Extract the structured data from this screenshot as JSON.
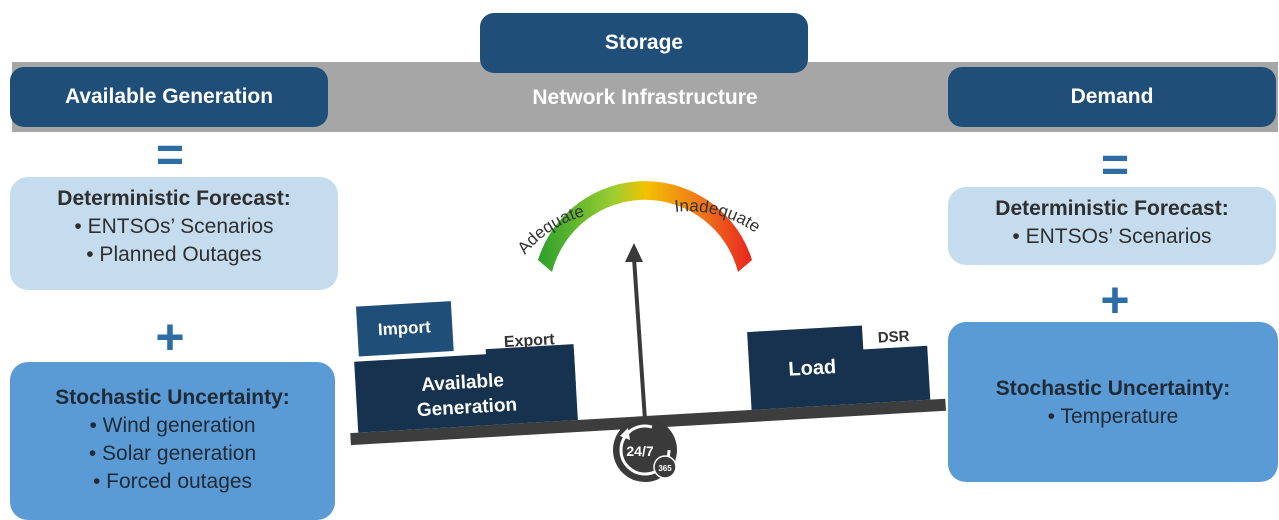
{
  "header": {
    "storage": "Storage",
    "network": "Network Infrastructure",
    "available_generation": "Available Generation",
    "demand": "Demand"
  },
  "symbols": {
    "equals": "=",
    "plus": "+"
  },
  "left": {
    "deterministic": {
      "title": "Deterministic Forecast:",
      "items": [
        "• ENTSOs’ Scenarios",
        "• Planned Outages"
      ]
    },
    "stochastic": {
      "title": "Stochastic Uncertainty:",
      "items": [
        "• Wind generation",
        "• Solar generation",
        "• Forced outages"
      ]
    }
  },
  "right": {
    "deterministic": {
      "title": "Deterministic Forecast:",
      "items": [
        "• ENTSOs’ Scenarios"
      ]
    },
    "stochastic": {
      "title": "Stochastic Uncertainty:",
      "items": [
        "• Temperature"
      ]
    }
  },
  "balance": {
    "import": "Import",
    "export": "Export",
    "available_generation_line1": "Available",
    "available_generation_line2": "Generation",
    "load": "Load",
    "dsr": "DSR",
    "gauge_adequate": "Adequate",
    "gauge_inadequate": "Inadequate",
    "clock_main": "24/7",
    "clock_sub": "365"
  },
  "colors": {
    "dark_blue": "#1f4e79",
    "navy_block": "#16324f",
    "light_box": "#c5dcef",
    "mid_box": "#5b9bd5",
    "band_gray": "#a6a6a6",
    "gauge_green": "#2ca02c",
    "gauge_yellow": "#f2c200",
    "gauge_red": "#e8251e"
  }
}
